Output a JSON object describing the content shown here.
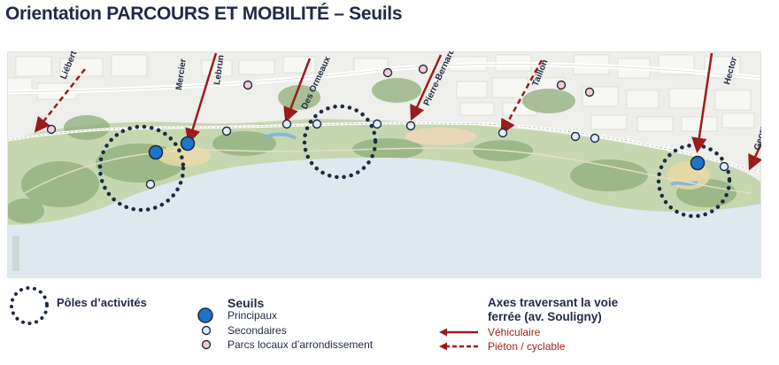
{
  "title": "Orientation PARCOURS ET MOBILITÉ – Seuils",
  "streets": [
    {
      "id": "liebert",
      "label": "Liébert"
    },
    {
      "id": "mercier",
      "label": "Mercier"
    },
    {
      "id": "lebrun",
      "label": "Lebrun"
    },
    {
      "id": "ormeaux",
      "label": "Des Ormeaux"
    },
    {
      "id": "pierre",
      "label": "Pierre-Bernard"
    },
    {
      "id": "taillon",
      "label": "Taillon"
    },
    {
      "id": "hector",
      "label": "Hector"
    },
    {
      "id": "george",
      "label": "Georges-V"
    }
  ],
  "legend": {
    "poles_label": "Pôles d’activités",
    "seuils_title": "Seuils",
    "principaux": "Principaux",
    "secondaires": "Secondaires",
    "parcs": "Parcs locaux d’arrondissement",
    "axes_title_1": "Axes traversant la voie",
    "axes_title_2": "ferrée (av. Souligny)",
    "vehiculaire": "Véhiculaire",
    "pieton": "Piéton / cyclable"
  },
  "colors": {
    "navy": "#1f2a44",
    "principal_blue": "#1b75c9",
    "secondary_fill": "#dfeefa",
    "parc_fill": "#f6cdcd",
    "arrow_red": "#9b1c1c",
    "water": "#dde9ef"
  }
}
